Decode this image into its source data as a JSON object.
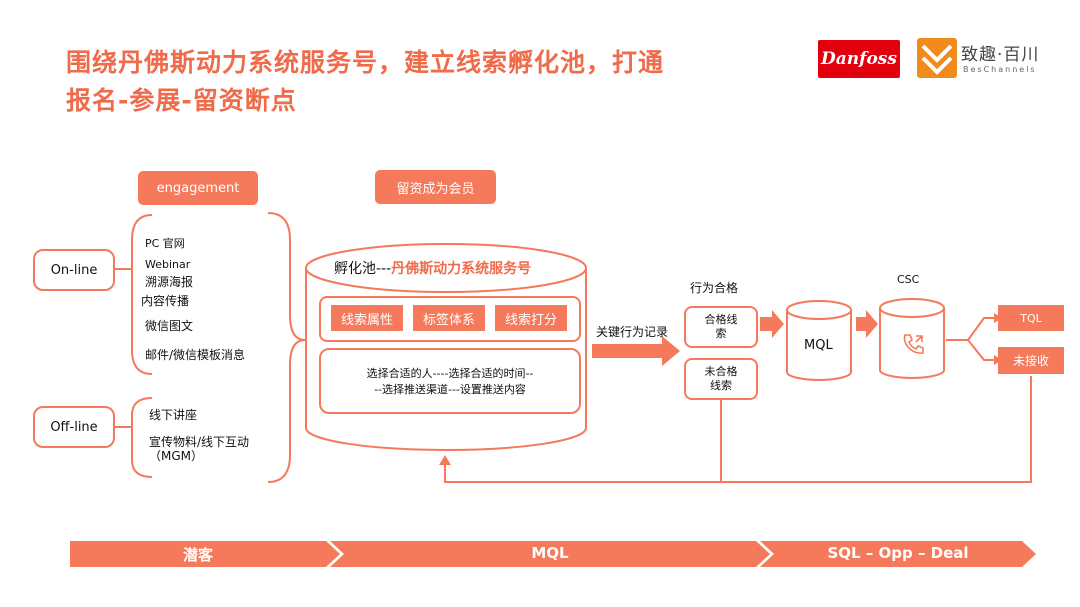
{
  "title": {
    "line1": "围绕丹佛斯动力系统服务号，建立线索孵化池，打通",
    "line2": "报名-参展-留资断点"
  },
  "logos": {
    "danfoss": "Danfoss",
    "bes_cn": "致趣·百川",
    "bes_en": "BesChannels"
  },
  "labels": {
    "engagement": "engagement",
    "member": "留资成为会员",
    "online": "On-line",
    "offline": "Off-line"
  },
  "online_channels": [
    "PC 官网",
    "Webinar",
    "溯源海报",
    "内容传播",
    "微信图文",
    "邮件/微信模板消息"
  ],
  "offline_channels": [
    "线下讲座",
    "宣传物料/线下互动",
    "（MGM）"
  ],
  "pool": {
    "prefix": "孵化池---",
    "accent": "丹佛斯动力系统服务号",
    "tags": [
      "线索属性",
      "标签体系",
      "线索打分"
    ],
    "desc_line1": "选择合适的人----选择合适的时间--",
    "desc_line2": "--选择推送渠道---设置推送内容"
  },
  "flow": {
    "key_action": "关键行为记录",
    "behavior_ok": "行为合格",
    "qualified_l1": "合格线",
    "qualified_l2": "索",
    "unqualified_l1": "未合格",
    "unqualified_l2": "线索",
    "mql": "MQL",
    "csc": "CSC",
    "tql": "TQL",
    "not_accepted": "未接收"
  },
  "stages": [
    "潜客",
    "MQL",
    "SQL – Opp – Deal"
  ],
  "colors": {
    "accent": "#f47a5b",
    "title": "#ef6b4a",
    "danfoss_red": "#e2000f"
  }
}
